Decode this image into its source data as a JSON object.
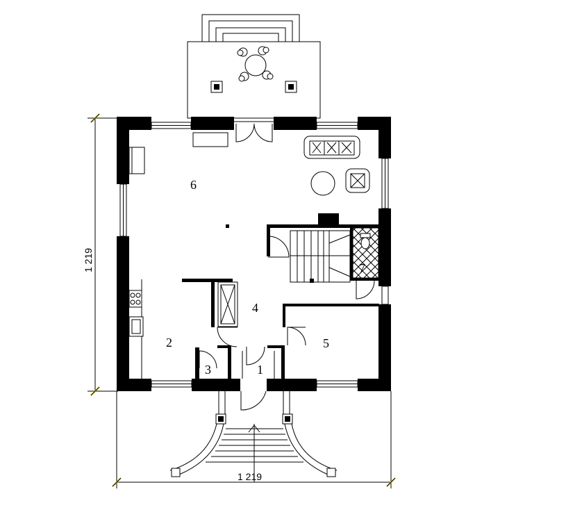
{
  "rooms": [
    {
      "id": "1",
      "label": "1"
    },
    {
      "id": "2",
      "label": "2"
    },
    {
      "id": "3",
      "label": "3"
    },
    {
      "id": "4",
      "label": "4"
    },
    {
      "id": "5",
      "label": "5"
    },
    {
      "id": "6",
      "label": "6"
    },
    {
      "id": "7",
      "label": "7"
    }
  ],
  "dimensions": {
    "horizontal": "1 219",
    "vertical": "1 219"
  },
  "colors": {
    "wall": "#000000",
    "line": "#000000",
    "tick": "#e8d200",
    "background": "#ffffff"
  }
}
